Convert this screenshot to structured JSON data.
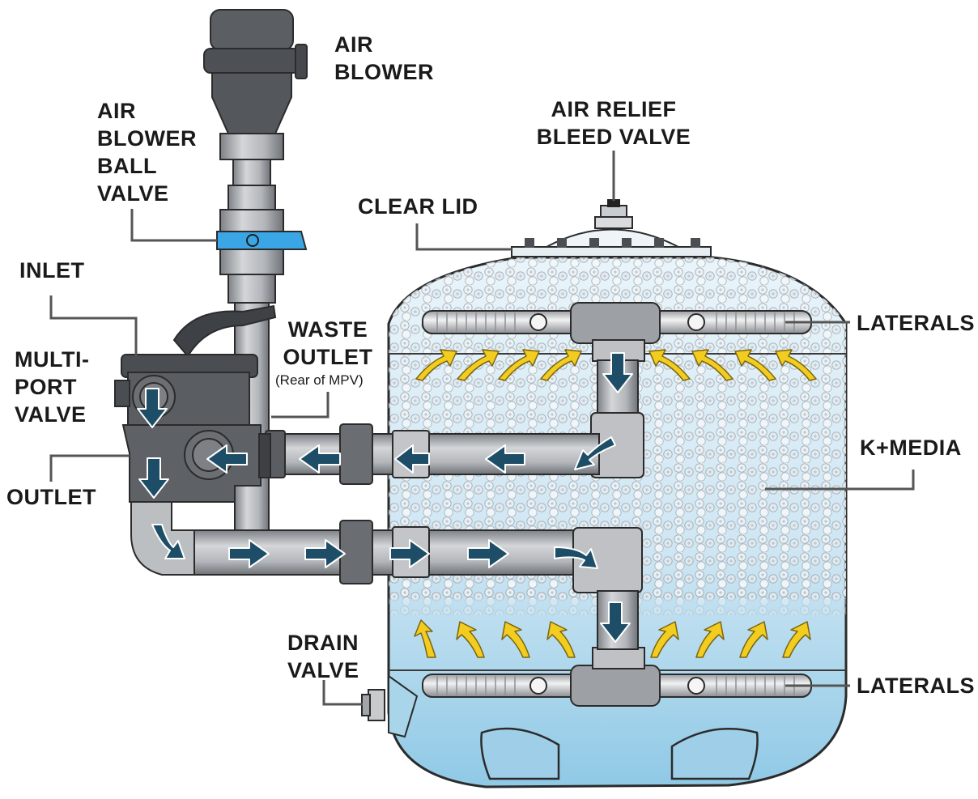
{
  "labels": {
    "air_blower": [
      "AIR",
      "BLOWER"
    ],
    "air_blower_ball_valve": [
      "AIR",
      "BLOWER",
      "BALL",
      "VALVE"
    ],
    "air_relief": [
      "AIR RELIEF",
      "BLEED VALVE"
    ],
    "clear_lid": "CLEAR LID",
    "inlet": "INLET",
    "multiport_valve": [
      "MULTI-",
      "PORT",
      "VALVE"
    ],
    "waste_outlet": [
      "WASTE",
      "OUTLET"
    ],
    "waste_outlet_note": "(Rear of MPV)",
    "outlet": "OUTLET",
    "laterals_top": "LATERALS",
    "k_media": "K+MEDIA",
    "drain_valve": [
      "DRAIN",
      "VALVE"
    ],
    "laterals_bottom": "LATERALS"
  },
  "colors": {
    "water_top": "#dcedf7",
    "water_bottom": "#8fc9e6",
    "pipe": "#b9bcc0",
    "pipe_dark": "#6f7378",
    "valve_body": "#55595e",
    "ball_valve_handle": "#3aa6e6",
    "flow_arrow": "#1e4e67",
    "air_arrow": "#f2cd1f",
    "leader_line": "#555555",
    "outline": "#2b2b2b"
  },
  "icons": [
    "flow-arrow-icon",
    "air-bubble-arrow-icon",
    "media-bead-icon"
  ]
}
